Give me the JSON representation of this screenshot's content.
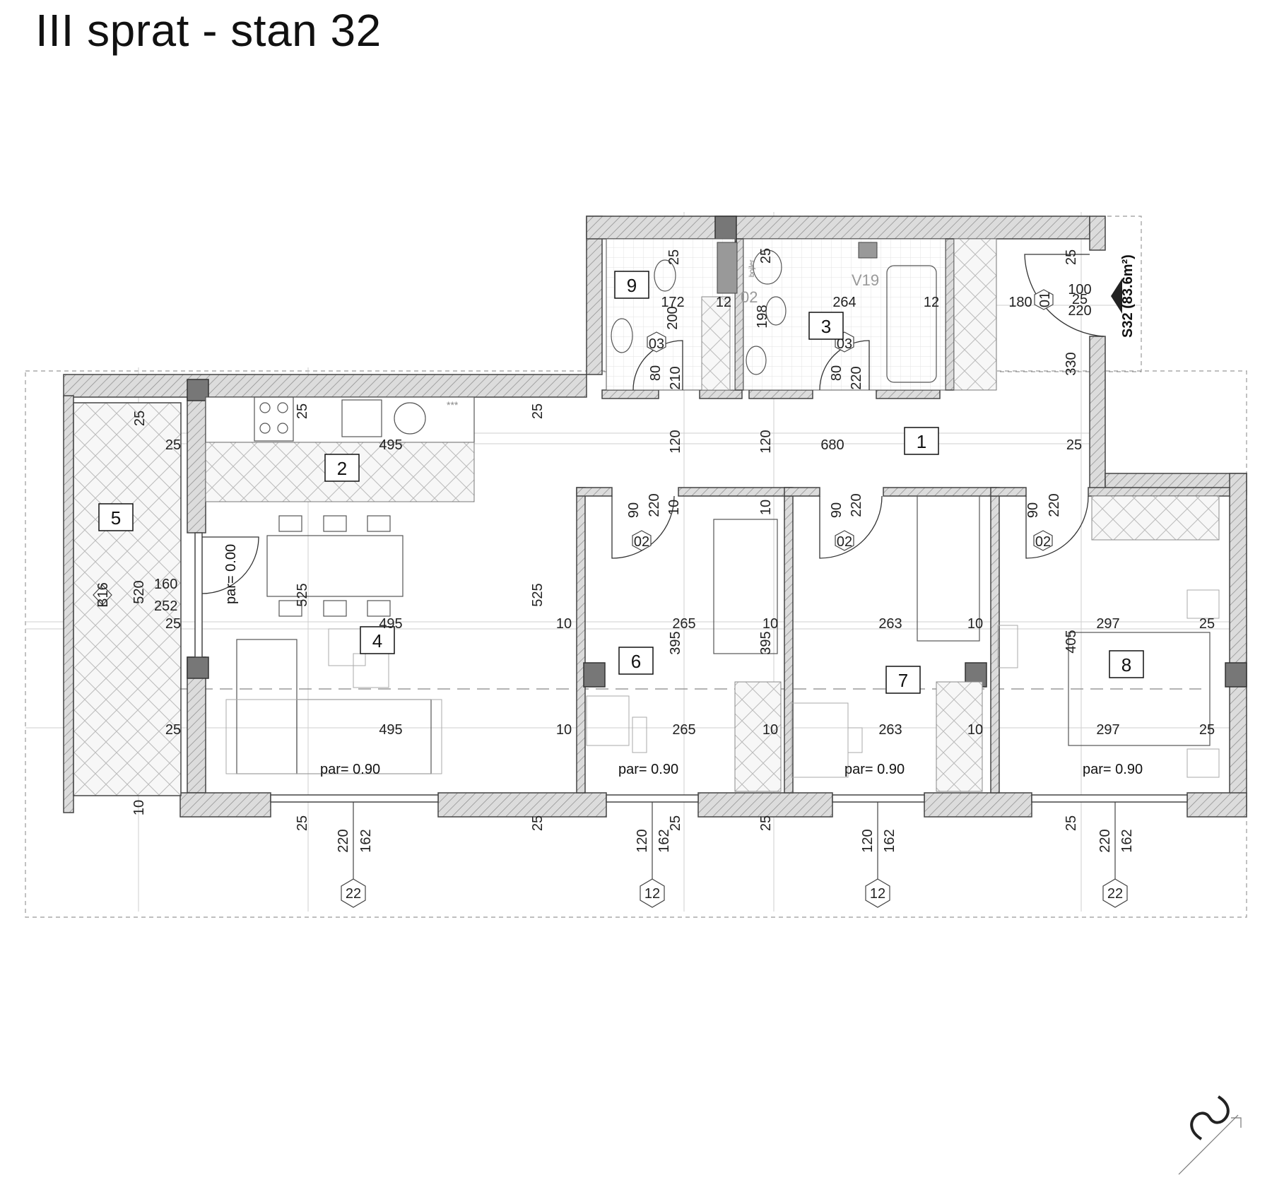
{
  "title": "III sprat - stan 32",
  "apartment_marker": "S32 (83.6m²)",
  "rooms": [
    {
      "id": "1",
      "label": "1"
    },
    {
      "id": "2",
      "label": "2"
    },
    {
      "id": "3",
      "label": "3"
    },
    {
      "id": "4",
      "label": "4"
    },
    {
      "id": "5",
      "label": "5"
    },
    {
      "id": "6",
      "label": "6"
    },
    {
      "id": "7",
      "label": "7"
    },
    {
      "id": "8",
      "label": "8"
    },
    {
      "id": "9",
      "label": "9"
    }
  ],
  "floor_levels": [
    "par= 0.00",
    "par= 0.90",
    "par= 0.90",
    "par= 0.90",
    "par= 0.90"
  ],
  "window_tags": [
    "22",
    "12",
    "12",
    "22"
  ],
  "door_tags": [
    "03",
    "03",
    "02",
    "02",
    "02",
    "01"
  ],
  "other_tags": {
    "balcony_door": "B16",
    "bathroom_marker": "V19",
    "bathroom_code": "02",
    "boiler": "bojler",
    "cooktop": "***"
  },
  "dimensions": [
    "25",
    "25",
    "25",
    "25",
    "495",
    "25",
    "25",
    "25",
    "25",
    "25",
    "25",
    "25",
    "172",
    "200",
    "12",
    "198",
    "264",
    "12",
    "03",
    "180",
    "100",
    "25",
    "220",
    "330",
    "80",
    "210",
    "80",
    "220",
    "120",
    "120",
    "680",
    "25",
    "90",
    "220",
    "10",
    "90",
    "220",
    "90",
    "220",
    "10",
    "160",
    "520",
    "252",
    "525",
    "525",
    "495",
    "10",
    "265",
    "10",
    "263",
    "10",
    "297",
    "25",
    "395",
    "395",
    "405",
    "495",
    "10",
    "265",
    "10",
    "263",
    "10",
    "297",
    "25",
    "10",
    "25",
    "25",
    "25",
    "25",
    "25",
    "220",
    "162",
    "120",
    "162",
    "120",
    "162",
    "220",
    "162"
  ]
}
